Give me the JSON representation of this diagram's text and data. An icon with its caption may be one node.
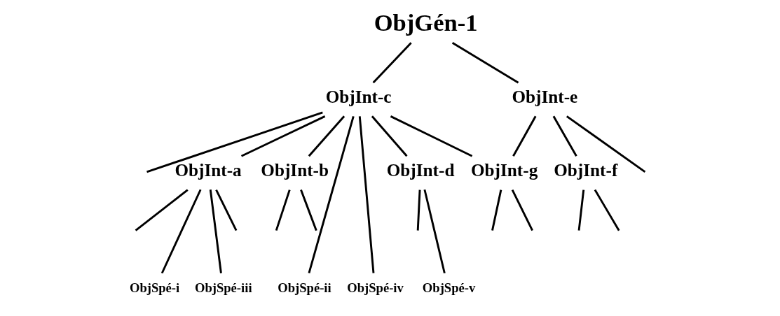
{
  "diagram": {
    "nodes": [
      {
        "text": [
          "ObjGén-1"
        ]
      },
      {
        "text": [
          "ObjInt-c"
        ]
      },
      {
        "text": [
          "ObjInt-e"
        ]
      },
      {
        "text": [
          "ObjInt-a"
        ]
      },
      {
        "text": [
          "ObjInt-b"
        ]
      },
      {
        "text": [
          "ObjInt-d"
        ]
      },
      {
        "text": [
          "ObjInt-g"
        ]
      },
      {
        "text": [
          "ObjInt-f"
        ]
      },
      {
        "text": [
          "ObjSpé-i"
        ]
      },
      {
        "text": [
          "ObjSpé-iii"
        ]
      },
      {
        "text": [
          "ObjSpé-ii"
        ]
      },
      {
        "text": [
          "ObjSpé-iv"
        ]
      },
      {
        "text": [
          "ObjSpé-v"
        ]
      }
    ],
    "edges": [
      {
        "from": 0,
        "to": 1,
        "arrow": "none"
      },
      {
        "from": 0,
        "to": 2,
        "arrow": "none"
      },
      {
        "from": 1,
        "to": null,
        "arrow": "none"
      },
      {
        "from": 1,
        "to": 3,
        "arrow": "none"
      },
      {
        "from": 1,
        "to": 4,
        "arrow": "none"
      },
      {
        "from": 1,
        "to": 10,
        "arrow": "none"
      },
      {
        "from": 1,
        "to": 11,
        "arrow": "none"
      },
      {
        "from": 1,
        "to": 5,
        "arrow": "none"
      },
      {
        "from": 1,
        "to": 6,
        "arrow": "none"
      },
      {
        "from": 2,
        "to": 6,
        "arrow": "none"
      },
      {
        "from": 2,
        "to": 7,
        "arrow": "none"
      },
      {
        "from": 2,
        "to": null,
        "arrow": "none"
      },
      {
        "from": 3,
        "to": null,
        "arrow": "none"
      },
      {
        "from": 3,
        "to": 8,
        "arrow": "none"
      },
      {
        "from": 3,
        "to": 9,
        "arrow": "none"
      },
      {
        "from": 3,
        "to": null,
        "arrow": "none"
      },
      {
        "from": 4,
        "to": null,
        "arrow": "none"
      },
      {
        "from": 4,
        "to": null,
        "arrow": "none"
      },
      {
        "from": 5,
        "to": null,
        "arrow": "none"
      },
      {
        "from": 5,
        "to": 12,
        "arrow": "none"
      },
      {
        "from": 6,
        "to": null,
        "arrow": "none"
      },
      {
        "from": 6,
        "to": null,
        "arrow": "none"
      },
      {
        "from": 7,
        "to": null,
        "arrow": "none"
      },
      {
        "from": 7,
        "to": null,
        "arrow": "none"
      }
    ]
  }
}
